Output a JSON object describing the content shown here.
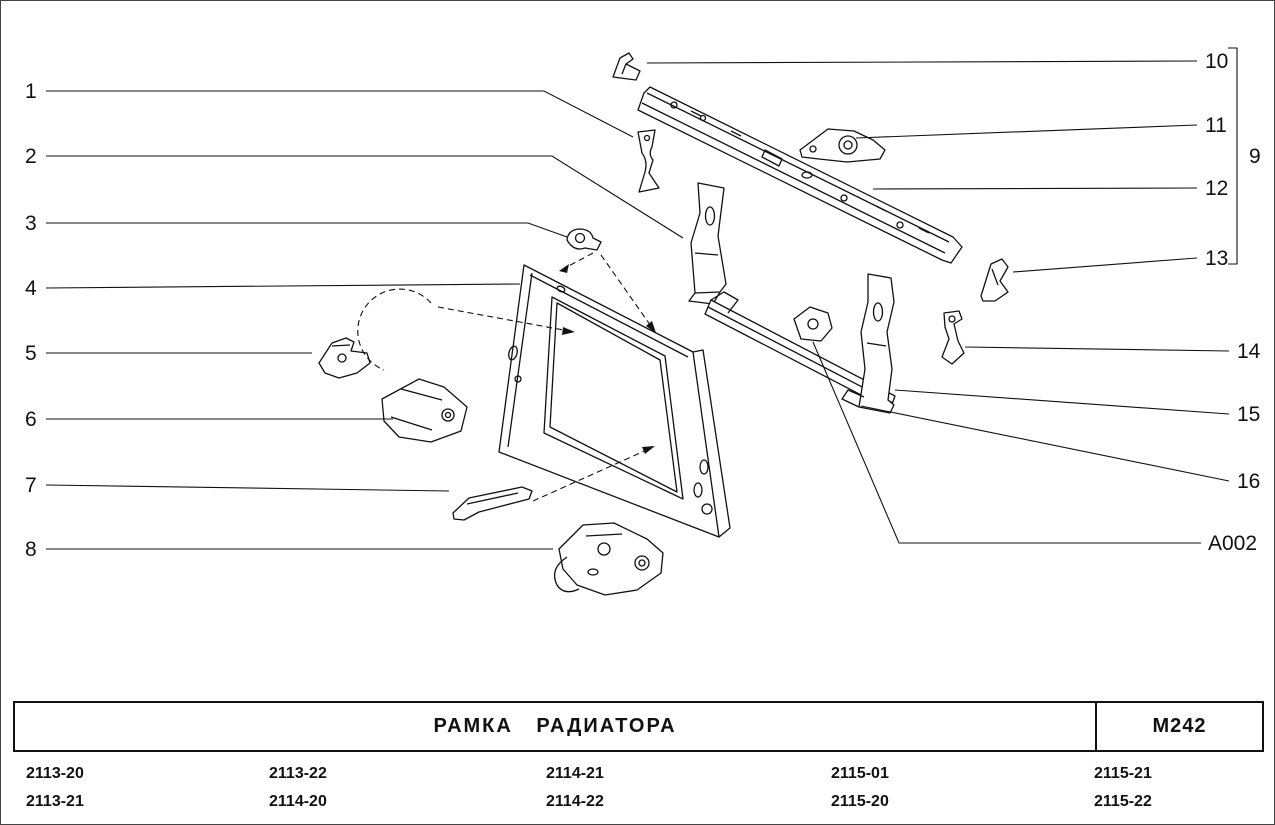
{
  "callouts": {
    "c1": "1",
    "c2": "2",
    "c3": "3",
    "c4": "4",
    "c5": "5",
    "c6": "6",
    "c7": "7",
    "c8": "8",
    "c9": "9",
    "c10": "10",
    "c11": "11",
    "c12": "12",
    "c13": "13",
    "c14": "14",
    "c15": "15",
    "c16": "16",
    "a002": "A002"
  },
  "title_block": {
    "title": "РАМКА РАДИАТОРА",
    "code": "M242"
  },
  "models": {
    "col1": [
      "2113-20",
      "2113-21"
    ],
    "col2": [
      "2113-22",
      "2114-20"
    ],
    "col3": [
      "2114-21",
      "2114-22"
    ],
    "col4": [
      "2115-01",
      "2115-20"
    ],
    "col5": [
      "2115-21",
      "2115-22"
    ]
  },
  "colors": {
    "ink": "#111111",
    "background": "#ffffff"
  }
}
